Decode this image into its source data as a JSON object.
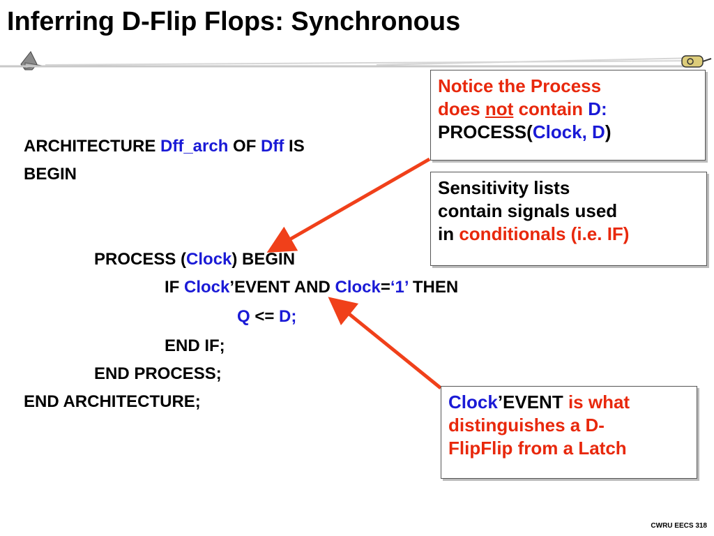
{
  "slide": {
    "title": "Inferring D-Flip Flops: Synchronous",
    "footer": "CWRU EECS 318"
  },
  "code": {
    "line1": {
      "kw1": "ARCHITECTURE ",
      "name": "Dff_arch",
      "kw2": " OF ",
      "entity": "Dff",
      "kw3": " IS"
    },
    "line2": "BEGIN",
    "line3": {
      "kw1": "PROCESS (",
      "sig": "Clock",
      "kw2": ") BEGIN"
    },
    "line4": {
      "kw1": "IF ",
      "sig1": "Clock",
      "kw2": "’EVENT AND ",
      "sig2": "Clock",
      "eq": "=",
      "val": "‘1’",
      "kw3": " THEN"
    },
    "line5": {
      "q": "Q",
      "op": " <= ",
      "d": "D;"
    },
    "line6": "END IF;",
    "line7": "END PROCESS;",
    "line8": "END ARCHITECTURE;"
  },
  "notes": {
    "note1": {
      "l1": "Notice the Process",
      "l2a": "does ",
      "l2b": "not",
      "l2c": " contain ",
      "l2d": "D:",
      "l3a": "PROCESS(",
      "l3b": "Clock, D",
      "l3c": ")"
    },
    "note2": {
      "l1": "Sensitivity lists",
      "l2": "contain signals used",
      "l3a": "in ",
      "l3b": "conditionals (i.e. IF)"
    },
    "note3": {
      "l1a": "Clock",
      "l1b": "’EVENT ",
      "l1c": "is what",
      "l2": "distinguishes a D-",
      "l3": "FlipFlip from a Latch"
    }
  },
  "colors": {
    "code_blue": "#1a1ad6",
    "note_red": "#e8280c",
    "arrow": "#f0401a"
  }
}
